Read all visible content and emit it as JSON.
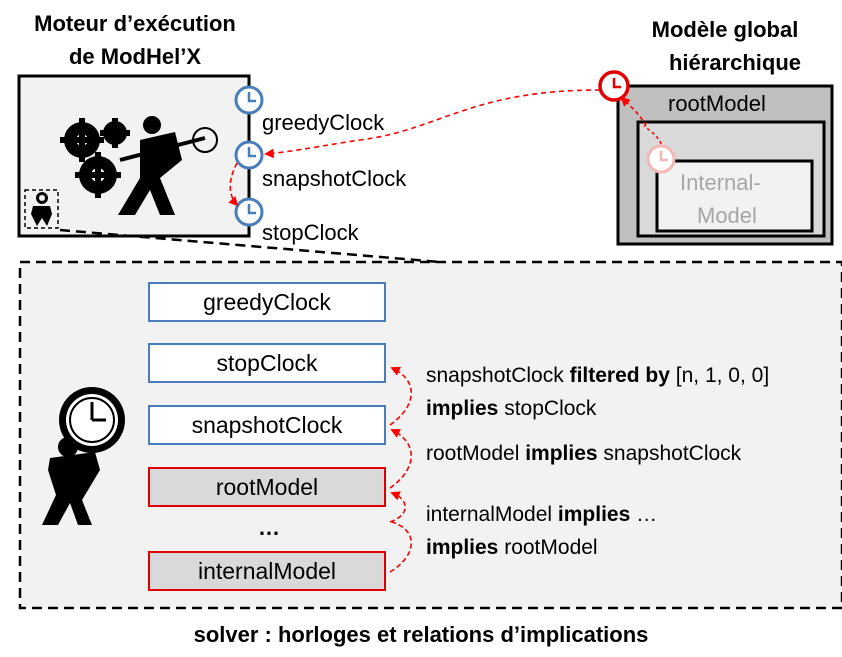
{
  "engine": {
    "title_line1": "Moteur d’exécution",
    "title_line2": "de ModHel’X",
    "clocks": [
      "greedyClock",
      "snapshotClock",
      "stopClock"
    ]
  },
  "global_model": {
    "title_line1": "Modèle global",
    "title_line2": "hiérarchique",
    "root_label": "rootModel",
    "internal_line1": "Internal-",
    "internal_line2": "Model"
  },
  "solver": {
    "clock_boxes": [
      "greedyClock",
      "stopClock",
      "snapshotClock"
    ],
    "model_boxes": [
      "rootModel",
      "internalModel"
    ],
    "ellipsis": "…",
    "relations": {
      "r1a_pre": "snapshotClock ",
      "r1a_kw": "filtered by",
      "r1a_post": " [n, 1, 0, 0]",
      "r1b_kw": "implies",
      "r1b_post": " stopClock",
      "r2_pre": "rootModel ",
      "r2_kw": "implies",
      "r2_post": " snapshotClock",
      "r3a_pre": "internalModel ",
      "r3a_kw": "implies",
      "r3a_post": " …",
      "r3b_kw": "implies",
      "r3b_post": " rootModel"
    }
  },
  "caption": "solver : horloges et relations d’implications",
  "colors": {
    "clock_blue": "#4a7ebb",
    "model_red": "#e00000",
    "arrow_red": "#ff0000",
    "solver_bg": "#f2f2f2",
    "model_gray": "#d9d9d9",
    "outer_gray": "#bfbfbf"
  }
}
